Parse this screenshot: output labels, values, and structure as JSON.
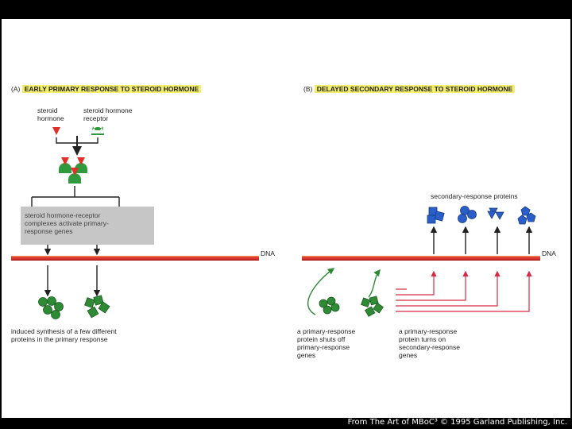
{
  "panel_a": {
    "letter": "(A)",
    "title": "EARLY PRIMARY RESPONSE TO STEROID HORMONE",
    "hormone_label": "steroid\nhormone",
    "receptor_label": "steroid hormone\nreceptor",
    "complex_box": "steroid hormone-receptor\ncomplexes activate primary-\nresponse genes",
    "dna_label": "DNA",
    "synthesis_label": "induced synthesis of a few different\nproteins in the primary response"
  },
  "panel_b": {
    "letter": "(B)",
    "title": "DELAYED SECONDARY RESPONSE TO STEROID HORMONE",
    "secondary_proteins_label": "secondary-response proteins",
    "dna_label": "DNA",
    "shutoff_label": "a primary-response\nprotein shuts off\nprimary-response\ngenes",
    "turnon_label": "a primary-response\nprotein turns on\nsecondary-response\ngenes"
  },
  "caption": "From The Art of MBoC³ © 1995 Garland Publishing, Inc.",
  "colors": {
    "hormone": "#e0302a",
    "receptor": "#2f9a3c",
    "primary_protein": "#2f8a36",
    "secondary_protein": "#2a5ec8",
    "dna": "#d8342c",
    "highlight": "#f3ee6b",
    "complex_box": "#c6c6c6",
    "activation_lines": "#d42a44"
  }
}
